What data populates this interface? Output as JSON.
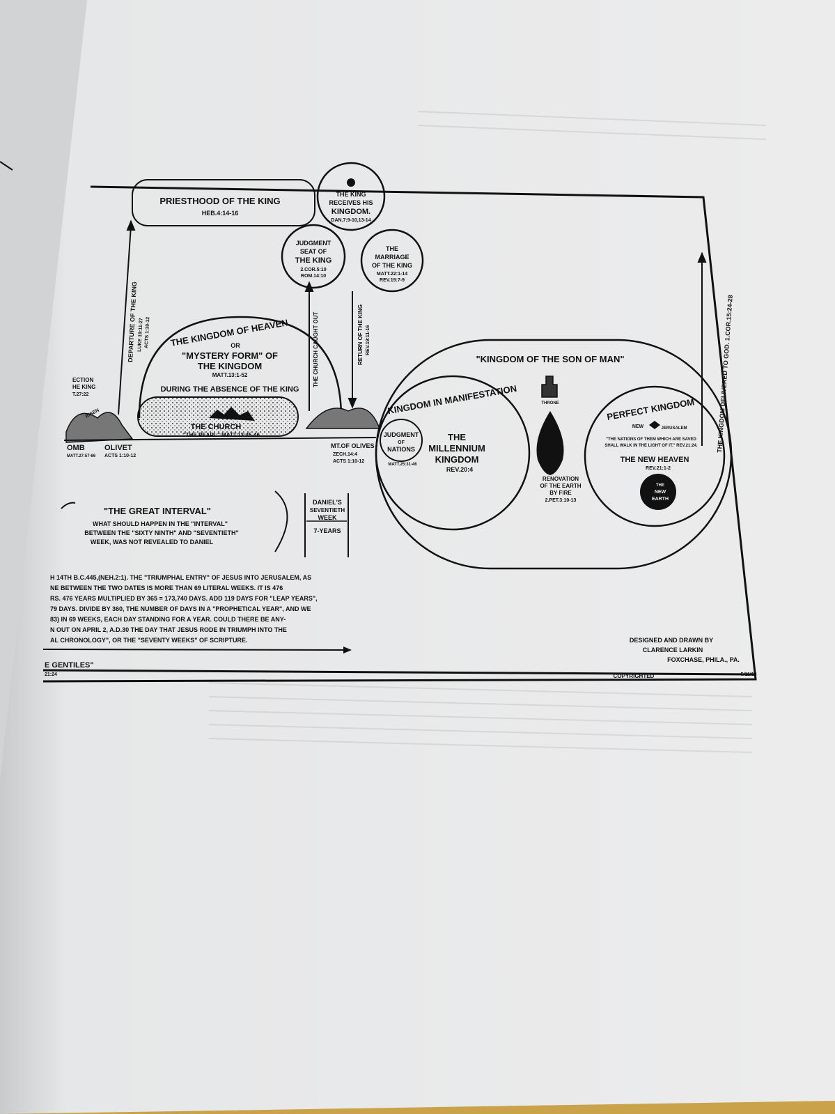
{
  "colors": {
    "page": "#e9e9ea",
    "ink": "#111111",
    "shadow": "#5b5d60",
    "gold": "#c9a24a"
  },
  "diagram": {
    "priesthood": {
      "title": "Priesthood Of The King",
      "ref": "Heb.4:14-16"
    },
    "king_receives": {
      "l1": "The King",
      "l2": "Receives His",
      "l3": "Kingdom.",
      "ref": "Dan.7:9-10,13-14"
    },
    "judgment_seat": {
      "l1": "Judgment",
      "l2": "Seat Of",
      "l3": "The King",
      "ref1": "2.Cor.5:10",
      "ref2": "Rom.14:10"
    },
    "marriage": {
      "l1": "The",
      "l2": "Marriage",
      "l3": "Of The King",
      "ref1": "Matt.22:1-14",
      "ref2": "Rev.19:7-9"
    },
    "departure": {
      "label": "Departure Of The King",
      "ref1": "Luke 19:11-27",
      "ref2": "Acts 1:10-12"
    },
    "church_caught_out": "The Church Caught Out",
    "return_king": {
      "label": "Return Of The King",
      "ref": "Rev.19:11-16"
    },
    "kingdom_heaven": {
      "l1": "The Kingdom Of Heaven",
      "l2": "Or",
      "l3": "\"Mystery Form\" Of",
      "l4": "The Kingdom",
      "ref": "Matt.13:1-52",
      "l5": "During The Absence Of The King"
    },
    "church": {
      "label": "The Church",
      "sub": "\"The Pearl\" Matt.13:45-46"
    },
    "left_edge": {
      "rejection1": "ection",
      "rejection2": "he King",
      "rejection_ref": "t.27:22",
      "risen": "Risen",
      "tomb": "omb",
      "tomb_ref": "Matt.27:57-66",
      "olivet": "Olivet",
      "olivet_ref": "Acts 1:10-12"
    },
    "mt_olives": {
      "label": "Mt.Of Olives",
      "ref1": "Zech.14:4",
      "ref2": "Acts 1:10-12"
    },
    "great_interval": {
      "title": "\"The Great Interval\"",
      "l1": "What Should Happen In The \"Interval\"",
      "l2": "Between The \"Sixty Ninth\" And \"Seventieth\"",
      "l3": "Week, Was Not Revealed To Daniel"
    },
    "daniels_week": {
      "l1": "Daniel's",
      "l2": "Seventieth",
      "l3": "Week",
      "l4": "7-Years"
    },
    "chronology": [
      "h 14th B.C.445,(Neh.2:1). The \"Triumphal Entry\" Of Jesus Into Jerusalem, As",
      "ne Between The Two Dates Is More Than 69 Literal Weeks. It Is 476",
      "rs. 476 Years Multiplied By 365 = 173,740 Days. Add 119 Days For \"Leap Years\",",
      "79 Days. Divide By 360, The Number Of Days In A \"Prophetical Year\", And We",
      "83) In 69 Weeks, Each Day Standing For A Year. Could There Be Any-",
      "n Out On April 2, A.D.30 The Day That Jesus Rode In Triumph Into The",
      "al Chronology\", Or The \"Seventy Weeks\" Of Scripture."
    ],
    "gentiles": {
      "l1": "e Gentiles\"",
      "ref": "21:24"
    },
    "son_of_man": "\"Kingdom Of The Son Of Man\"",
    "manifestation": "Kingdom In Manifestation",
    "judgment_nations": {
      "l1": "Judgment",
      "l2": "Of",
      "l3": "Nations",
      "ref": "Matt.25:31-46"
    },
    "millennium": {
      "l1": "The",
      "l2": "Millennium",
      "l3": "Kingdom",
      "ref": "Rev.20:4"
    },
    "throne": "Throne",
    "renovation": {
      "l1": "Renovation",
      "l2": "Of The Earth",
      "l3": "By Fire",
      "ref": "2.Pet.3:10-13"
    },
    "perfect": {
      "title": "Perfect Kingdom",
      "new": "New",
      "jerusalem": "Jerusalem",
      "q1": "\"The Nations Of Them Which Are Saved",
      "q2": "Shall Walk In The Light Of It.\" Rev.21:24.",
      "heaven": "The New Heaven",
      "heaven_ref": "Rev.21:1-2",
      "earth1": "The",
      "earth2": "New",
      "earth3": "Earth"
    },
    "delivered": "The Kingdom Delivered To God. 1.Cor.15:24-28",
    "credit": {
      "l1": "Designed And Drawn By",
      "l2": "Clarence Larkin",
      "l3": "FoxChase, Phila., Pa."
    },
    "copyright": "Copyrighted",
    "signature": "5/11/18"
  }
}
